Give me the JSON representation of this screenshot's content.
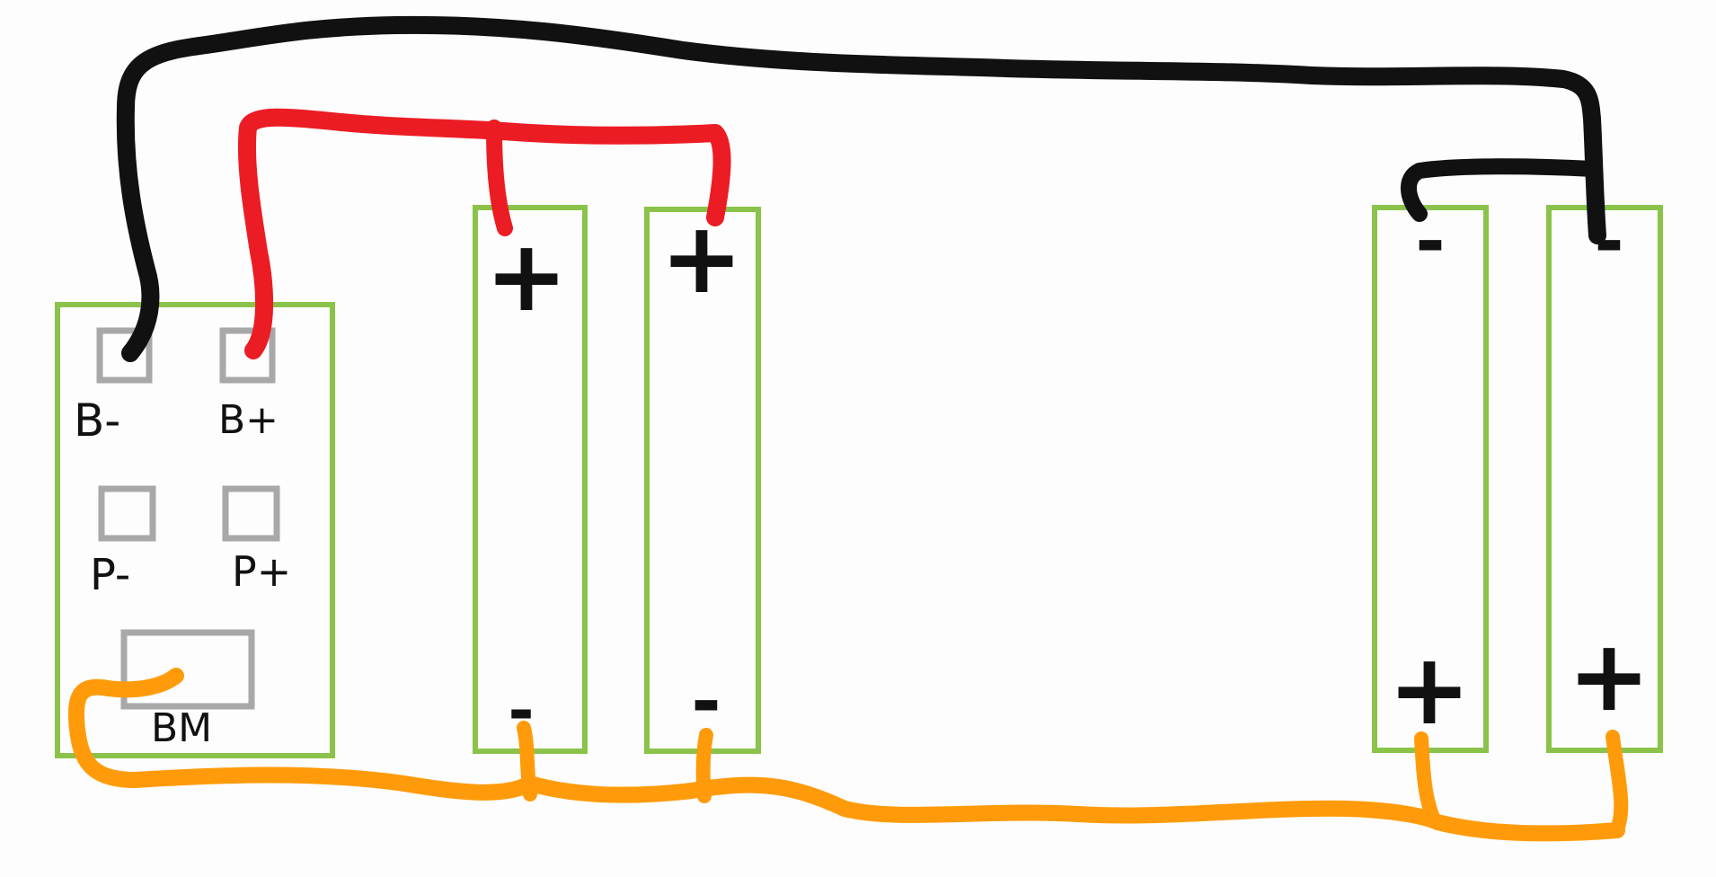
{
  "colors": {
    "background": "#fdfdfd",
    "board_outline": "#8bc34a",
    "pad_outline": "#a8a8a8",
    "wire_negative": "#111111",
    "wire_positive": "#ec1c24",
    "wire_balance": "#ff9b0a",
    "text": "#111111"
  },
  "bms": {
    "pads": {
      "b_minus": "B-",
      "b_plus": "B+",
      "p_minus": "P-",
      "p_plus": "P+",
      "bm": "BM"
    }
  },
  "cells": [
    {
      "top_terminal": "+",
      "bottom_terminal": "-"
    },
    {
      "top_terminal": "+",
      "bottom_terminal": "-"
    },
    {
      "top_terminal": "-",
      "bottom_terminal": "+"
    },
    {
      "top_terminal": "-",
      "bottom_terminal": "+"
    }
  ]
}
